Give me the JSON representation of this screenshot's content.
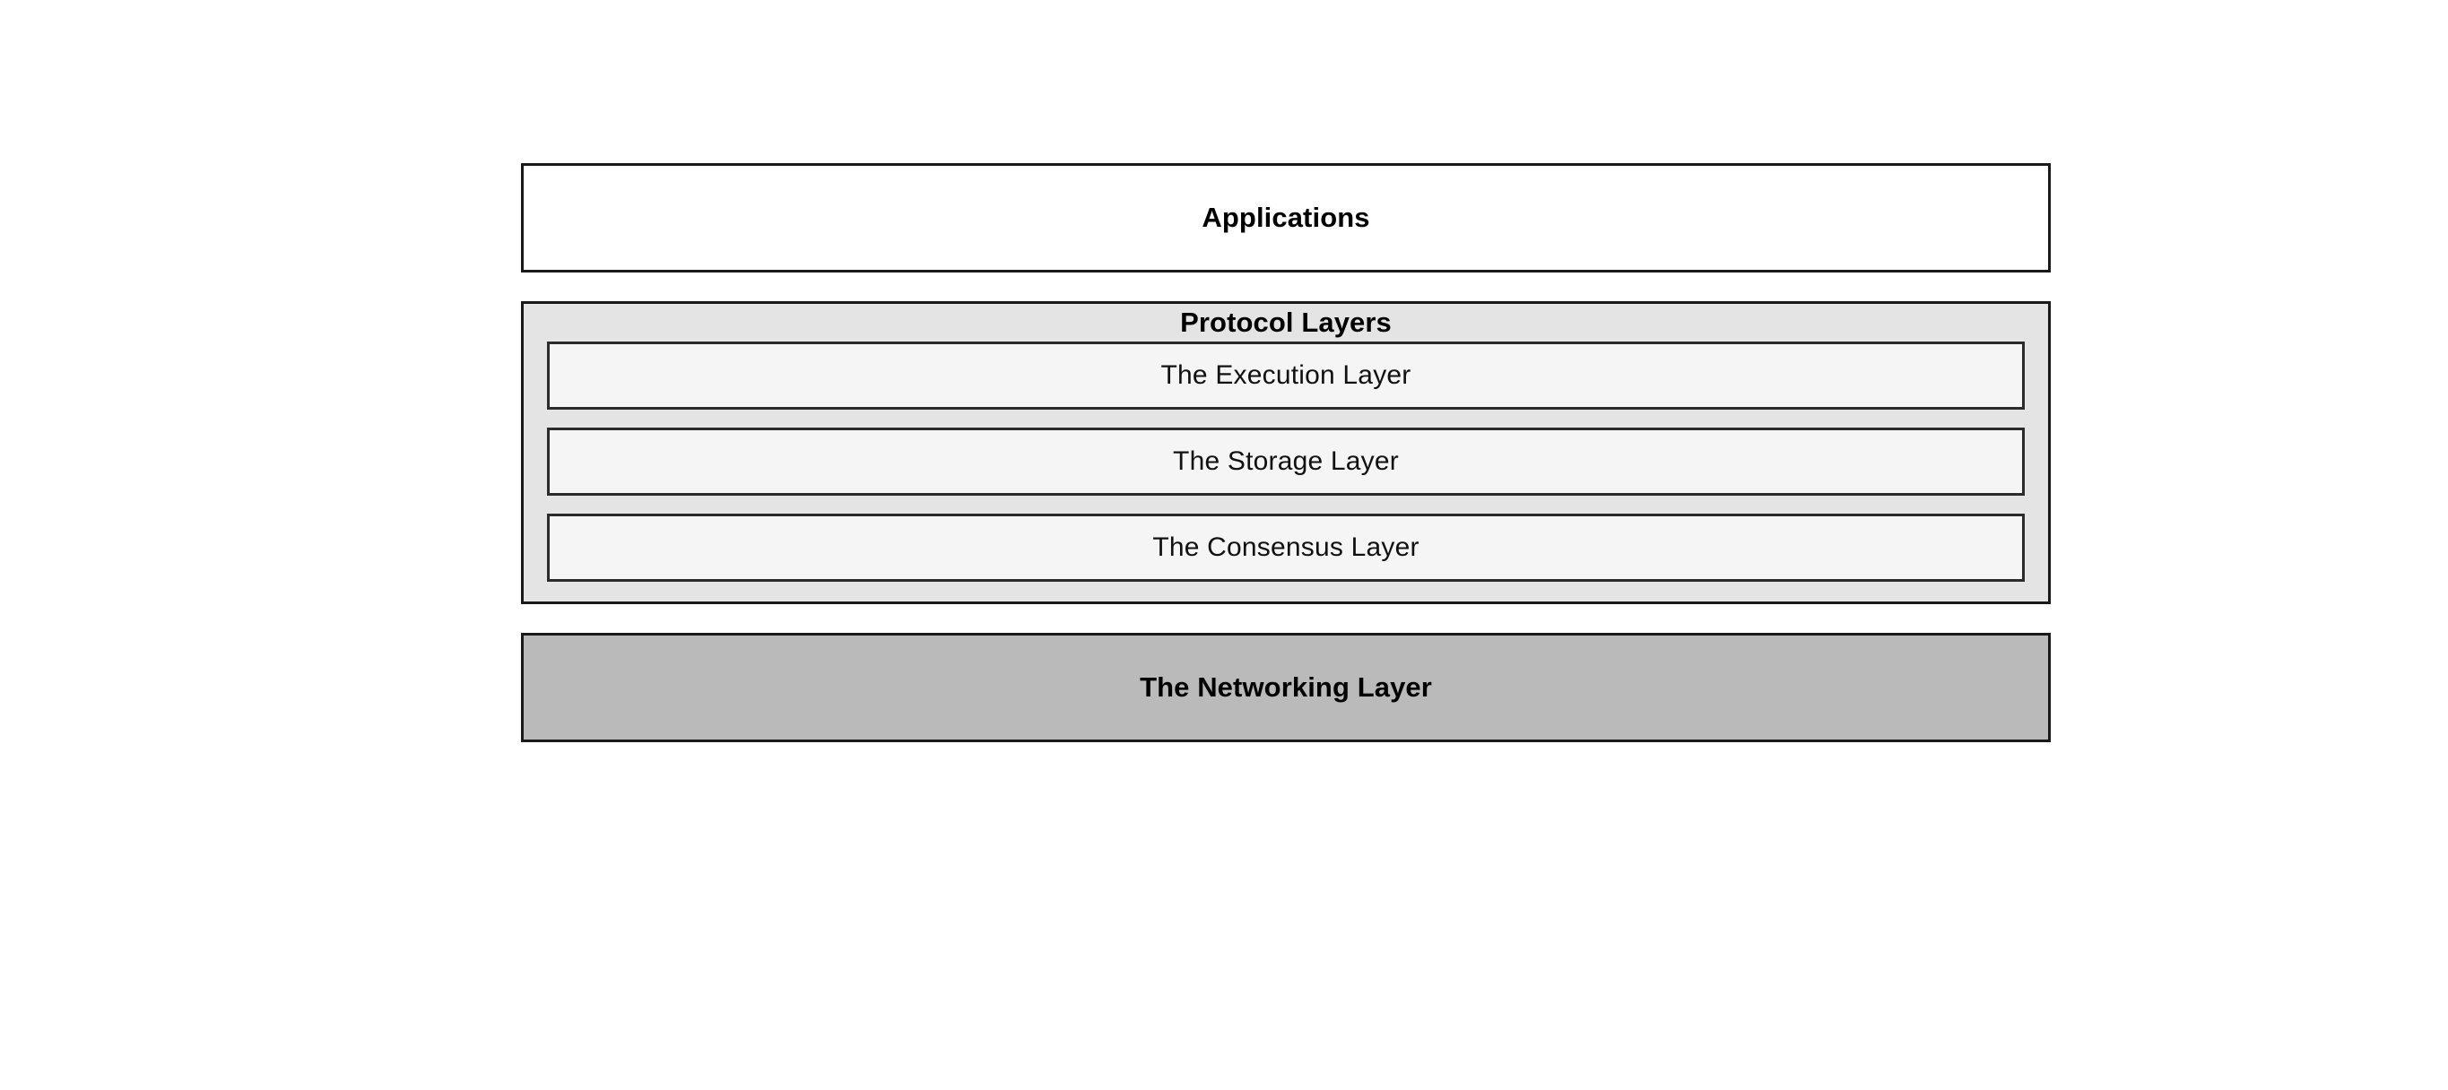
{
  "diagram": {
    "type": "layered-architecture-stack",
    "background_color": "#ffffff",
    "layers": [
      {
        "id": "applications",
        "label": "Applications",
        "emphasis": "bold",
        "fill_color": "#ffffff",
        "border_color": "#1a1a1a"
      },
      {
        "id": "protocol-layers",
        "label": "Protocol Layers",
        "emphasis": "bold",
        "fill_color": "#e4e4e4",
        "border_color": "#1a1a1a",
        "children": [
          {
            "id": "execution-layer",
            "label": "The Execution Layer",
            "emphasis": "regular",
            "fill_color": "#f5f5f5",
            "border_color": "#2b2b2b"
          },
          {
            "id": "storage-layer",
            "label": "The Storage Layer",
            "emphasis": "regular",
            "fill_color": "#f5f5f5",
            "border_color": "#2b2b2b"
          },
          {
            "id": "consensus-layer",
            "label": "The Consensus Layer",
            "emphasis": "regular",
            "fill_color": "#f5f5f5",
            "border_color": "#2b2b2b"
          }
        ]
      },
      {
        "id": "networking-layer",
        "label": "The Networking Layer",
        "emphasis": "bold",
        "fill_color": "#bababa",
        "border_color": "#1a1a1a"
      }
    ]
  }
}
